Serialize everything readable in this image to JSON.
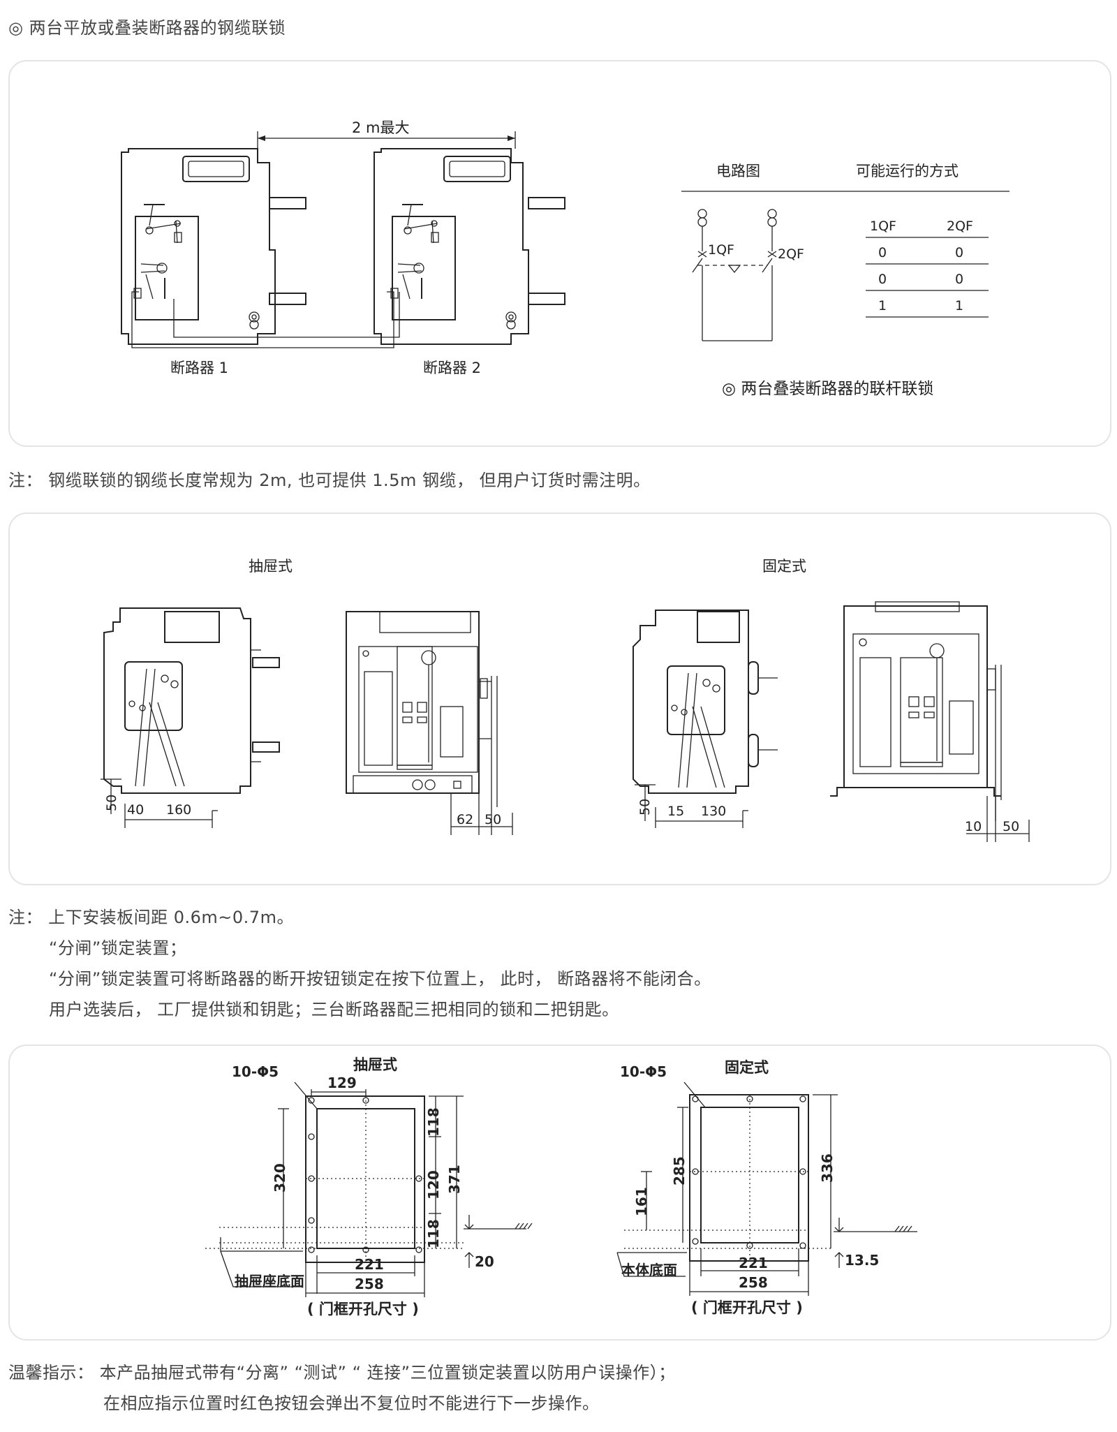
{
  "sections": {
    "s1_title": "◎ 两台平放或叠装断路器的钢缆联锁",
    "s1_note": "注：  钢缆联锁的钢缆长度常规为 2m, 也可提供 1.5m 钢缆，  但用户订货时需注明。",
    "s2_notes": [
      "注：  上下安装板间距 0.6m~0.7m。",
      "“分闸”锁定装置；",
      "“分闸”锁定装置可将断路器的断开按钮锁定在按下位置上，  此时，  断路器将不能闭合。",
      "用户选装后，  工厂提供锁和钥匙；三台断路器配三把相同的锁和二把钥匙。"
    ],
    "tips": [
      "温馨指示：   本产品抽屉式带有“分离”  “测试”  “ 连接”三位置锁定装置以防用户误操作）；",
      "在相应指示位置时红色按钮会弹出不复位时不能进行下一步操作。"
    ]
  },
  "fig1": {
    "dim_label": "2 m最大",
    "breaker1": "断路器 1",
    "breaker2": "断路器 2",
    "table_headers": [
      "电路图",
      "可能运行的方式"
    ],
    "col_headers": [
      "1QF",
      "2QF"
    ],
    "rows": [
      [
        "0",
        "0"
      ],
      [
        "0",
        "0"
      ],
      [
        "1",
        "1"
      ]
    ],
    "qf1": "1QF",
    "qf2": "2QF",
    "caption": "◎ 两台叠装断路器的联杆联锁"
  },
  "fig2": {
    "drawer_label": "抽屉式",
    "fixed_label": "固定式",
    "d_50": "50",
    "d_40": "40",
    "d_160": "160",
    "d_62": "62",
    "d_50b": "50",
    "f_50": "50",
    "f_15": "15",
    "f_130": "130",
    "f_10": "10",
    "f_50b": "50"
  },
  "fig3": {
    "left_title": "抽屉式",
    "right_title": "固定式",
    "left_holes": "10-Φ5",
    "right_holes": "10-Φ5",
    "l_129": "129",
    "l_320": "320",
    "l_118a": "118",
    "l_120": "120",
    "l_371": "371",
    "l_118b": "118",
    "l_20": "20",
    "l_221": "221",
    "l_258": "258",
    "l_base": "抽屉座底面",
    "l_caption": "( 门框开孔尺寸 )",
    "r_285": "285",
    "r_161": "161",
    "r_336": "336",
    "r_135": "13.5",
    "r_221": "221",
    "r_258": "258",
    "r_base": "本体底面",
    "r_caption": "( 门框开孔尺寸 )"
  }
}
